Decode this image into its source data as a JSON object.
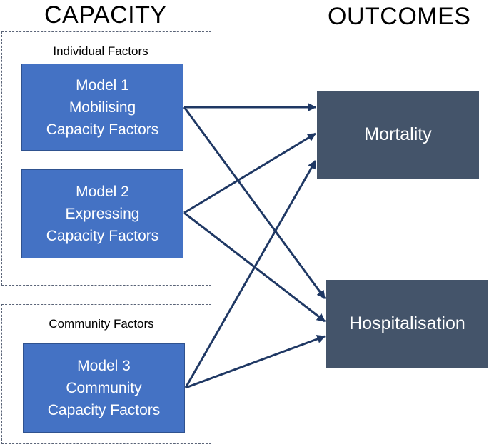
{
  "headings": {
    "capacity": "CAPACITY",
    "outcomes": "OUTCOMES"
  },
  "groups": {
    "individual": {
      "label": "Individual Factors"
    },
    "community": {
      "label": "Community Factors"
    }
  },
  "models": [
    {
      "line1": "Model 1",
      "line2": "Mobilising",
      "line3": "Capacity Factors"
    },
    {
      "line1": "Model 2",
      "line2": "Expressing",
      "line3": "Capacity Factors"
    },
    {
      "line1": "Model 3",
      "line2": "Community",
      "line3": "Capacity Factors"
    }
  ],
  "outcomes": [
    {
      "label": "Mortality"
    },
    {
      "label": "Hospitalisation"
    }
  ],
  "colors": {
    "model_fill": "#4472c4",
    "outcome_fill": "#44546a",
    "arrow": "#1f3864"
  }
}
